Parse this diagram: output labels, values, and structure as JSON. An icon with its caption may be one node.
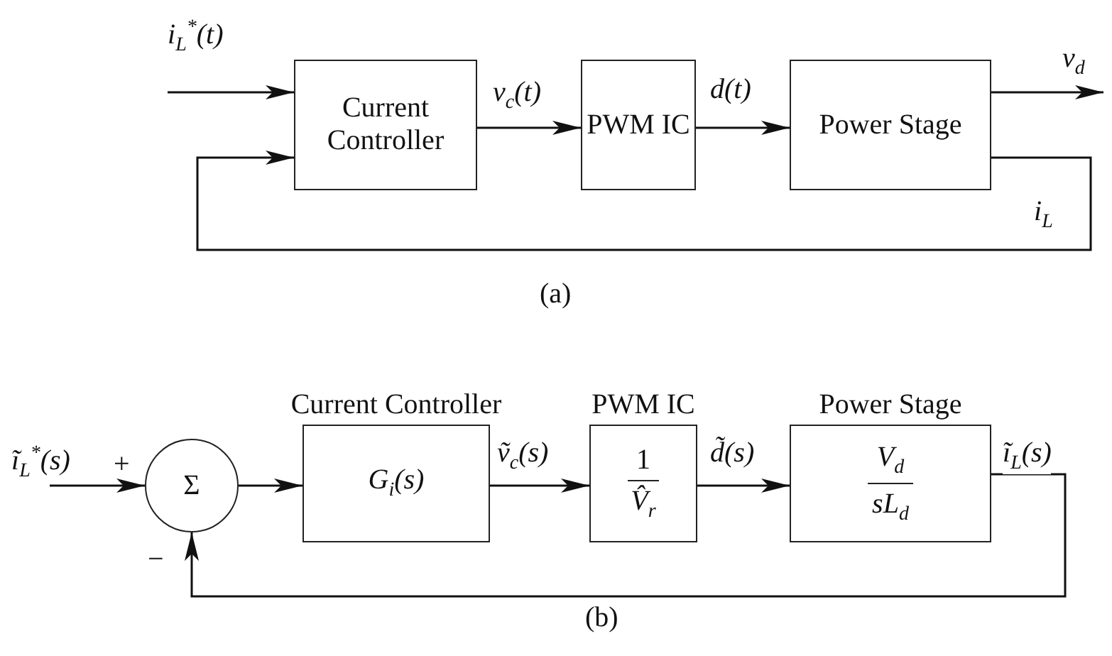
{
  "diagram": {
    "nodes": [
      {
        "text": [
          "Current Controller"
        ]
      },
      {
        "text": [
          "PWM IC"
        ]
      },
      {
        "text": [
          "Power Stage"
        ]
      },
      {
        "text": [
          "Σ"
        ]
      },
      {
        "text": [
          "Current Controller",
          "G$_{i}$(s)"
        ]
      },
      {
        "text": [
          "PWM IC",
          "1",
          "V̂$_{r}$"
        ]
      },
      {
        "text": [
          "Power Stage",
          "V$_{d}$",
          "sL$_{d}$"
        ]
      }
    ],
    "edges": [
      {
        "from": null,
        "to": 0,
        "arrow": "to",
        "label": "i$_{L}$$^{*}$(t)"
      },
      {
        "from": 0,
        "to": 1,
        "arrow": "to",
        "label": "v$_{c}$(t)"
      },
      {
        "from": 1,
        "to": 2,
        "arrow": "to",
        "label": "d(t)"
      },
      {
        "from": 2,
        "to": null,
        "arrow": "to",
        "label": "v$_{d}$"
      },
      {
        "from": 2,
        "to": 0,
        "arrow": "to",
        "label": "i$_{L}$"
      },
      {
        "from": null,
        "to": 3,
        "arrow": "to",
        "label": "ĩ$_{L}$$^{*}$(s)"
      },
      {
        "from": 3,
        "to": 4,
        "arrow": "to"
      },
      {
        "from": 4,
        "to": 5,
        "arrow": "to",
        "label": "ṽ$_{c}$(s)"
      },
      {
        "from": 5,
        "to": 6,
        "arrow": "to",
        "label": "d̃(s)"
      },
      {
        "from": 6,
        "to": 3,
        "arrow": "to",
        "label": "ĩ$_{L}$(s)"
      }
    ],
    "labels": [
      "(a)",
      "+",
      "−",
      "(b)"
    ]
  }
}
